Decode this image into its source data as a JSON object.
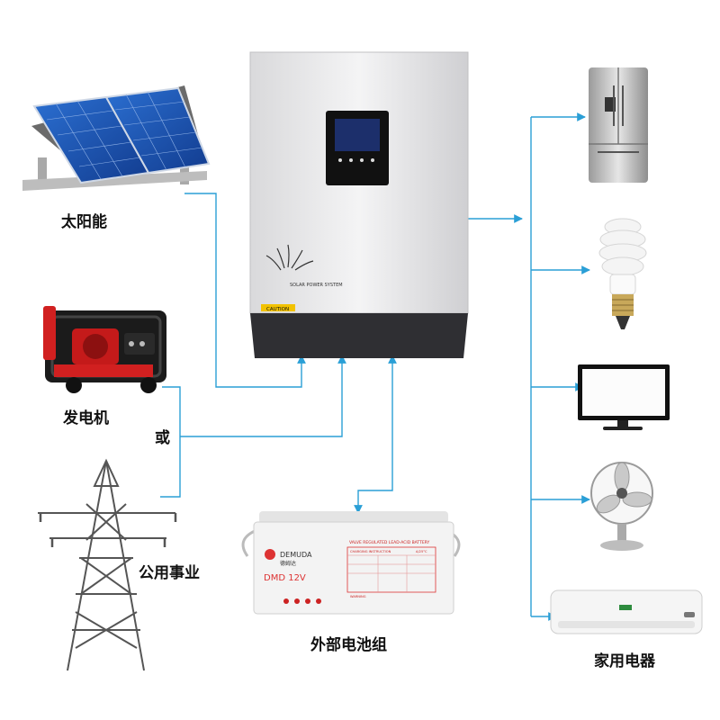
{
  "labels": {
    "solar": "太阳能",
    "generator": "发电机",
    "or": "或",
    "utility": "公用事业",
    "battery_bank": "外部电池组",
    "appliances": "家用电器"
  },
  "inverter": {
    "panel_title": "SOLAR POWER SYSTEM",
    "caution": "CAUTION"
  },
  "battery": {
    "brand": "DEMUDA",
    "brand_cn": "德姆达",
    "model": "DMD 12V",
    "type": "VALVE REGULATED LEAD-ACID BATTERY",
    "charging_instruction": "CHARGING INSTRUCTION",
    "temperature": "A/25°C",
    "warning": "WARNING"
  },
  "colors": {
    "wire": "#2a9fd6",
    "label_text": "#111111"
  },
  "icons": [
    "solar-panel-icon",
    "generator-icon",
    "utility-pylon-icon",
    "inverter-icon",
    "battery-icon",
    "fridge-icon",
    "bulb-icon",
    "tv-icon",
    "fan-icon",
    "air-conditioner-icon"
  ]
}
